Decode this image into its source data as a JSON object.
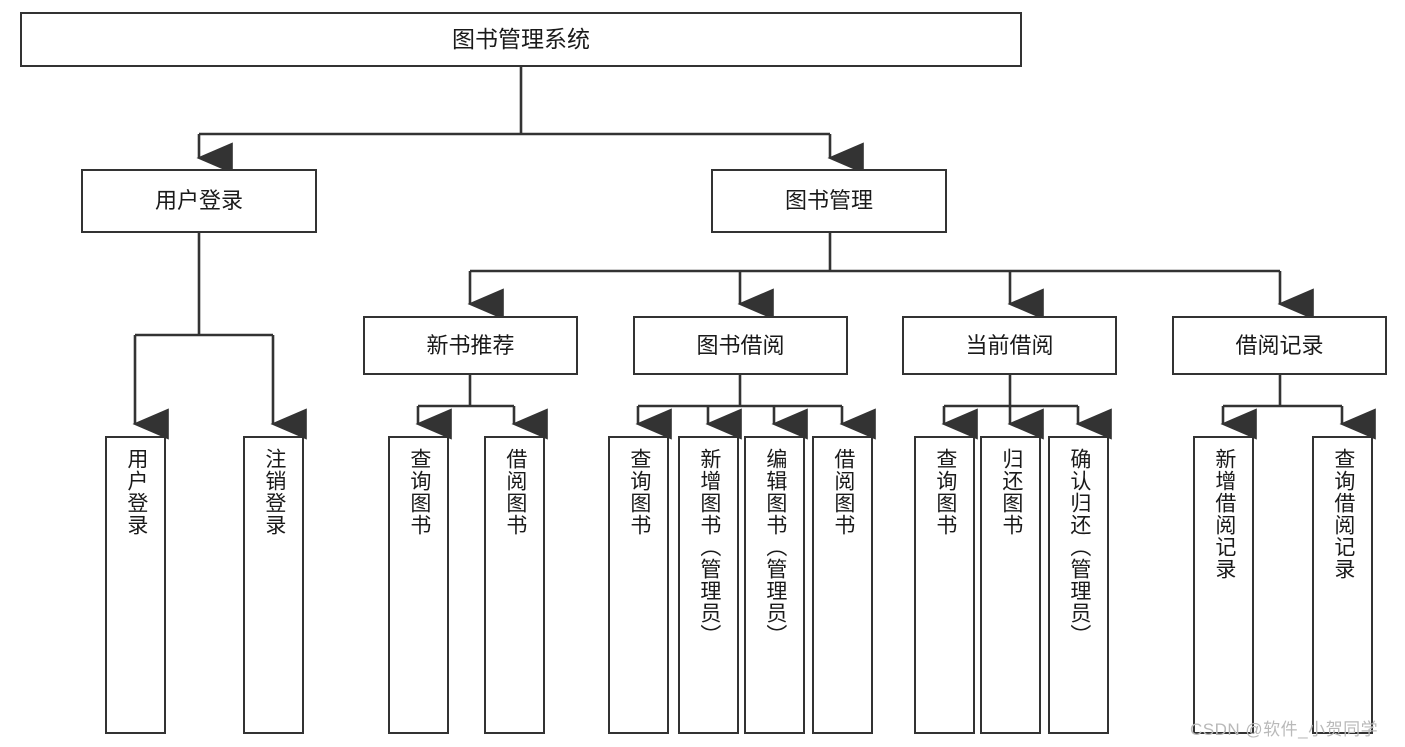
{
  "diagram": {
    "type": "tree",
    "title": "图书管理系统",
    "orientation": "top-down",
    "line_color": "#333333",
    "box_fill": "#ffffff",
    "text_color": "#1a1a1a",
    "nodes": {
      "root": {
        "label": "图书管理系统"
      },
      "tier2": [
        {
          "label": "用户登录"
        },
        {
          "label": "图书管理"
        }
      ],
      "tier3": [
        {
          "label": "新书推荐"
        },
        {
          "label": "图书借阅"
        },
        {
          "label": "当前借阅"
        },
        {
          "label": "借阅记录"
        }
      ],
      "leaves": {
        "user_login": [
          {
            "label": "用户登录"
          },
          {
            "label": "注销登录"
          }
        ],
        "new_book_recommend": [
          {
            "label": "查询图书"
          },
          {
            "label": "借阅图书"
          }
        ],
        "book_borrow": [
          {
            "label": "查询图书"
          },
          {
            "label": "新增图书（管理员）"
          },
          {
            "label": "编辑图书（管理员）"
          },
          {
            "label": "借阅图书"
          }
        ],
        "current_borrow": [
          {
            "label": "查询图书"
          },
          {
            "label": "归还图书"
          },
          {
            "label": "确认归还（管理员）"
          }
        ],
        "borrow_record": [
          {
            "label": "新增借阅记录"
          },
          {
            "label": "查询借阅记录"
          }
        ]
      }
    }
  },
  "watermark": {
    "text": "CSDN @软件_小贺同学"
  }
}
